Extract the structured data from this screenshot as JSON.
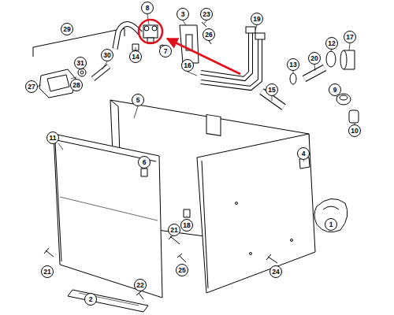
{
  "diagram": {
    "labels": [
      "29",
      "8",
      "3",
      "23",
      "19",
      "12",
      "17",
      "30",
      "14",
      "7",
      "26",
      "16",
      "13",
      "20",
      "31",
      "28",
      "27",
      "9",
      "15",
      "10",
      "5",
      "4",
      "11",
      "6",
      "1",
      "18",
      "21",
      "25",
      "21",
      "24",
      "2",
      "22"
    ]
  }
}
